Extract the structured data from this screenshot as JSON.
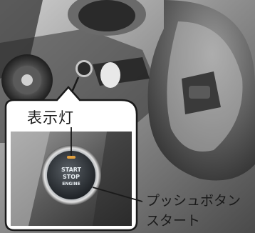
{
  "callout": {
    "indicator_label": "表示灯",
    "push_button_line1": "プッシュボタン",
    "push_button_line2": "スタート"
  },
  "button": {
    "line1": "START",
    "line2": "STOP",
    "line3": "ENGINE"
  }
}
